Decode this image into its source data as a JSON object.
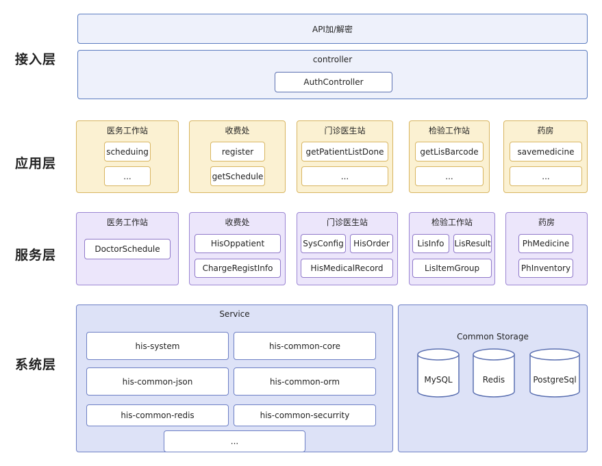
{
  "layers": {
    "access": "接入层",
    "application": "应用层",
    "service": "服务层",
    "system": "系统层"
  },
  "access": {
    "api_band": "API加/解密",
    "controller_band": "controller",
    "auth_controller": "AuthController"
  },
  "app_panels": [
    {
      "title": "医务工作站",
      "items": [
        "scheduing",
        "..."
      ]
    },
    {
      "title": "收费处",
      "items": [
        "register",
        "getSchedule"
      ]
    },
    {
      "title": "门诊医生站",
      "items": [
        "getPatientListDone",
        "..."
      ]
    },
    {
      "title": "检验工作站",
      "items": [
        "getLisBarcode",
        "..."
      ]
    },
    {
      "title": "药房",
      "items": [
        "savemedicine",
        "..."
      ]
    }
  ],
  "svc_panels": [
    {
      "title": "医务工作站",
      "items": [
        "DoctorSchedule"
      ]
    },
    {
      "title": "收费处",
      "items": [
        "HisOppatient",
        "ChargeRegistInfo"
      ]
    },
    {
      "title": "门诊医生站",
      "items": [
        "SysConfig",
        "HisOrder",
        "HisMedicalRecord"
      ]
    },
    {
      "title": "检验工作站",
      "items": [
        "LisInfo",
        "LisResult",
        "LisItemGroup"
      ]
    },
    {
      "title": "药房",
      "items": [
        "PhMedicine",
        "PhInventory"
      ]
    }
  ],
  "system": {
    "service_title": "Service",
    "modules": [
      "his-system",
      "his-common-core",
      "his-common-json",
      "his-common-orm",
      "his-common-redis",
      "his-common-securrity",
      "..."
    ],
    "storage_title": "Common Storage",
    "stores": [
      "MySQL",
      "Redis",
      "PostgreSql"
    ]
  }
}
